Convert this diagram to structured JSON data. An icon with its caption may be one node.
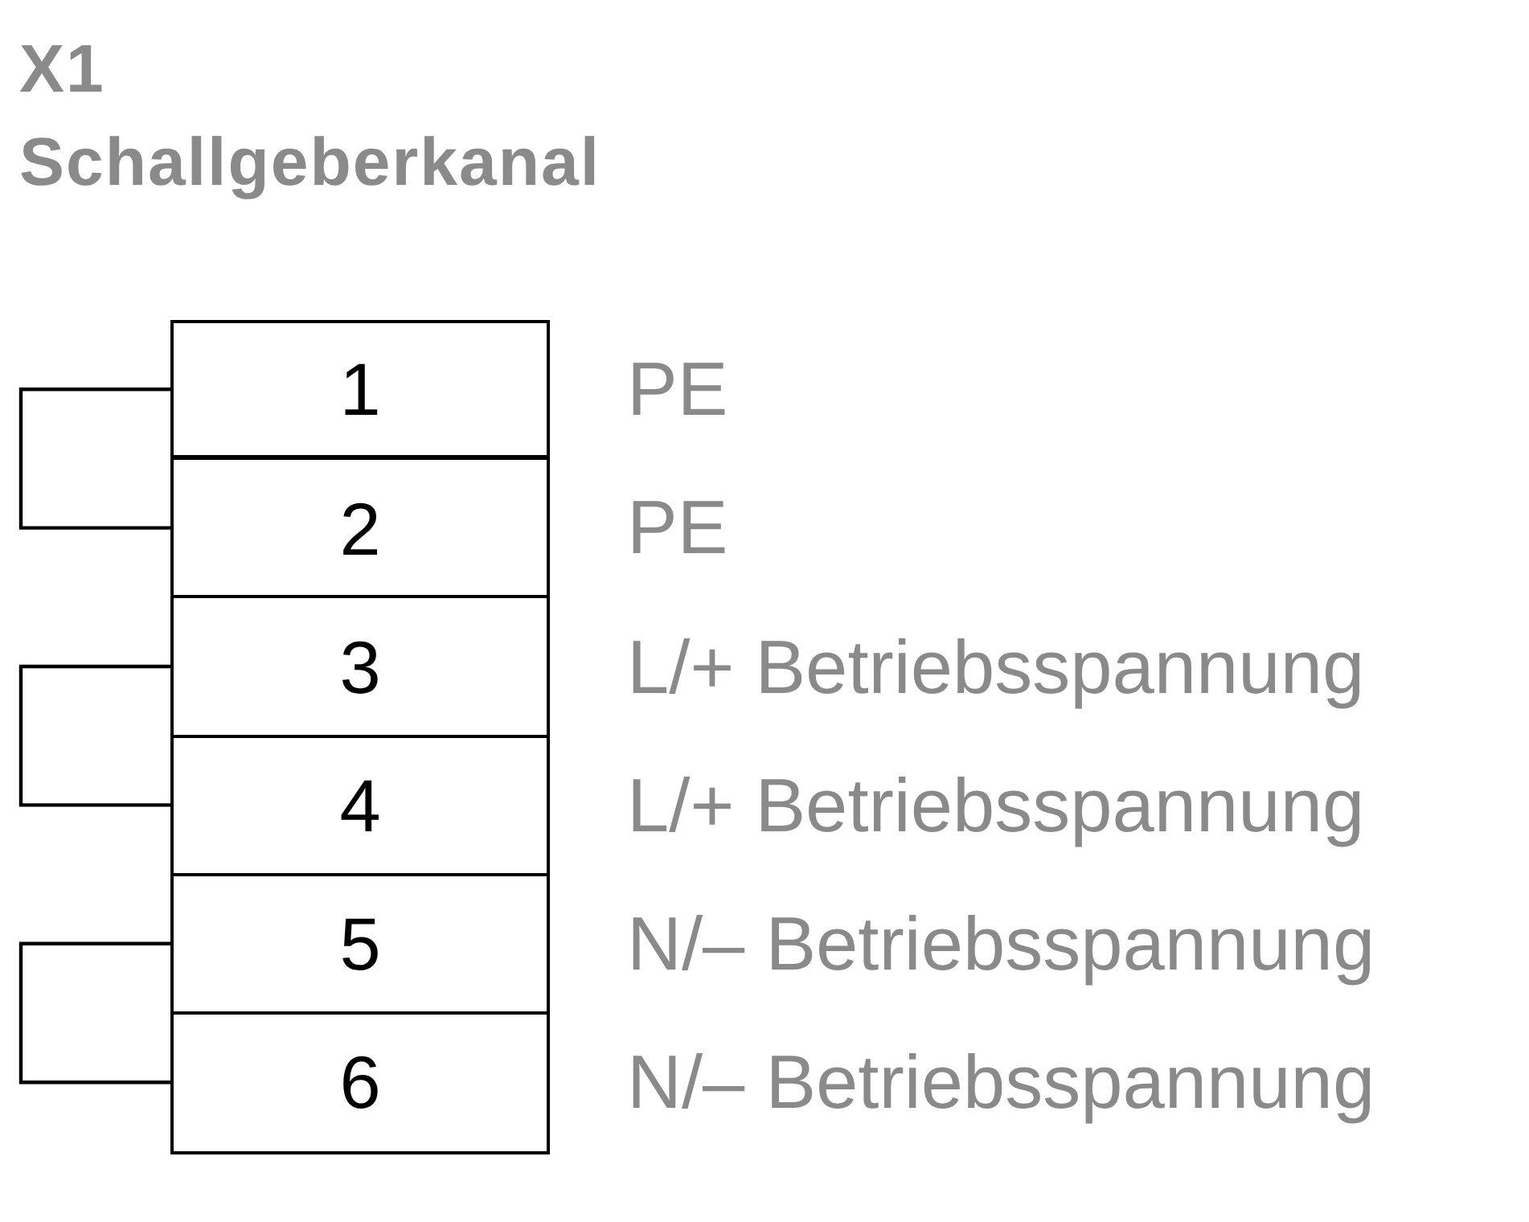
{
  "diagram": {
    "title": "X1 Schallgeberkanal",
    "nodes": [
      {
        "text": [
          "1"
        ],
        "beside": [
          "PE"
        ]
      },
      {
        "text": [
          "2"
        ],
        "beside": [
          "PE"
        ]
      },
      {
        "text": [
          "3"
        ],
        "beside": [
          "L/+ Betriebsspannung"
        ]
      },
      {
        "text": [
          "4"
        ],
        "beside": [
          "L/+ Betriebsspannung"
        ]
      },
      {
        "text": [
          "5"
        ],
        "beside": [
          "N/– Betriebsspannung"
        ]
      },
      {
        "text": [
          "6"
        ],
        "beside": [
          "N/– Betriebsspannung"
        ]
      }
    ],
    "edges": [
      {
        "from": 0,
        "to": 1,
        "arrow": "none"
      },
      {
        "from": 2,
        "to": 3,
        "arrow": "none"
      },
      {
        "from": 4,
        "to": 5,
        "arrow": "none"
      }
    ]
  }
}
